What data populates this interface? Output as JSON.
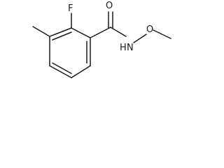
{
  "molecule": {
    "atoms": {
      "fluorine": "F",
      "oxygen_carbonyl": "O",
      "amide_nh": "H",
      "amide_n": "N",
      "oxygen_methoxy": "O"
    },
    "colors": {
      "line": "#1a1a1a",
      "background": "#ffffff"
    }
  }
}
